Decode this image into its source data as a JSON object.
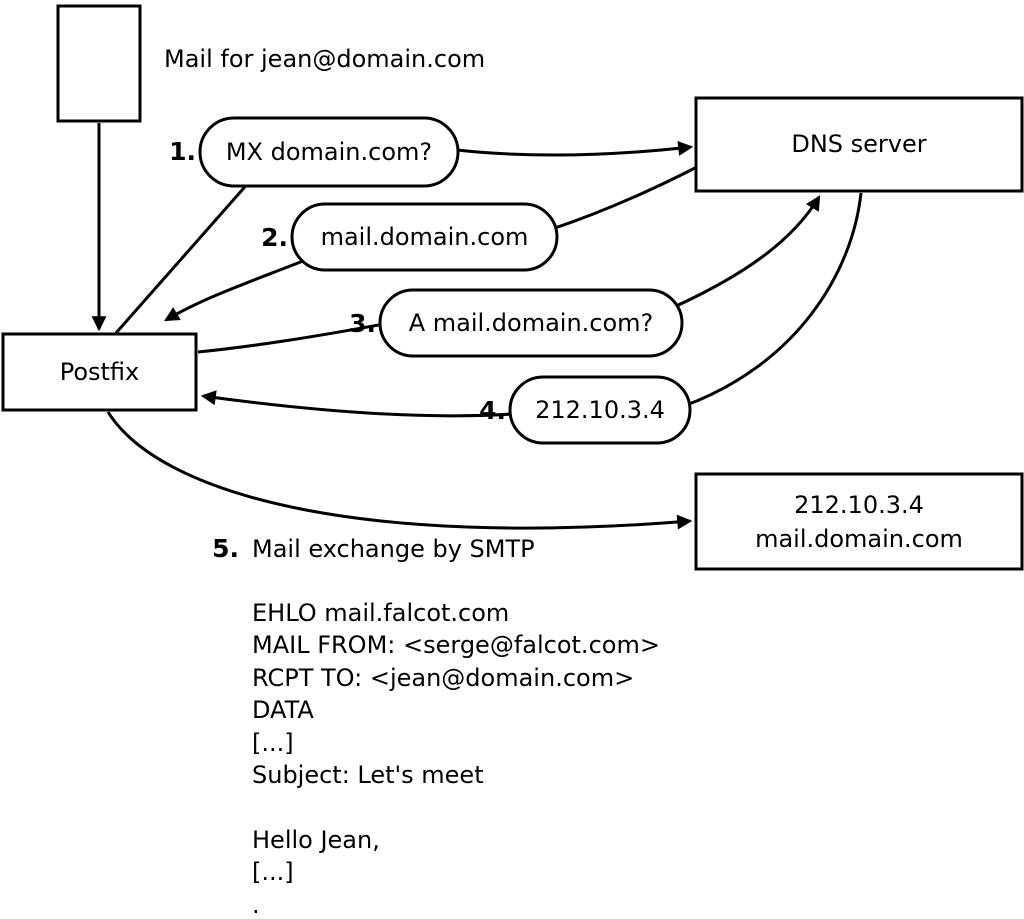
{
  "title": "Mail for jean@domain.com",
  "nodes": {
    "postfix": "Postfix",
    "dns_server": "DNS server",
    "mail_server": {
      "line1": "212.10.3.4",
      "line2": "mail.domain.com"
    }
  },
  "steps": [
    {
      "num": "1.",
      "label": "MX domain.com?"
    },
    {
      "num": "2.",
      "label": "mail.domain.com"
    },
    {
      "num": "3.",
      "label": "A mail.domain.com?"
    },
    {
      "num": "4.",
      "label": "212.10.3.4"
    },
    {
      "num": "5.",
      "label": "Mail exchange by SMTP"
    }
  ],
  "smtp_session": [
    "EHLO mail.falcot.com",
    "MAIL FROM: <serge@falcot.com>",
    "RCPT TO: <jean@domain.com>",
    "DATA",
    "[...]",
    "Subject: Let's meet",
    "",
    "Hello Jean,",
    "[...]",
    "."
  ],
  "colors": {
    "stroke": "#000000",
    "fill": "#ffffff"
  }
}
